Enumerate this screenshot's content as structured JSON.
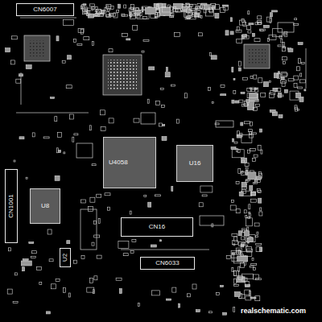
{
  "diagram": {
    "nodes": [
      {
        "text": [
          "CN6007"
        ]
      },
      {
        "text": [
          "U4058"
        ]
      },
      {
        "text": [
          "U16"
        ]
      },
      {
        "text": [
          "U8"
        ]
      },
      {
        "text": [
          "CN1001"
        ]
      },
      {
        "text": [
          "CN16"
        ]
      },
      {
        "text": [
          "U2"
        ]
      },
      {
        "text": [
          "CN6033"
        ]
      }
    ],
    "labels": [
      "realschematic.com"
    ]
  }
}
